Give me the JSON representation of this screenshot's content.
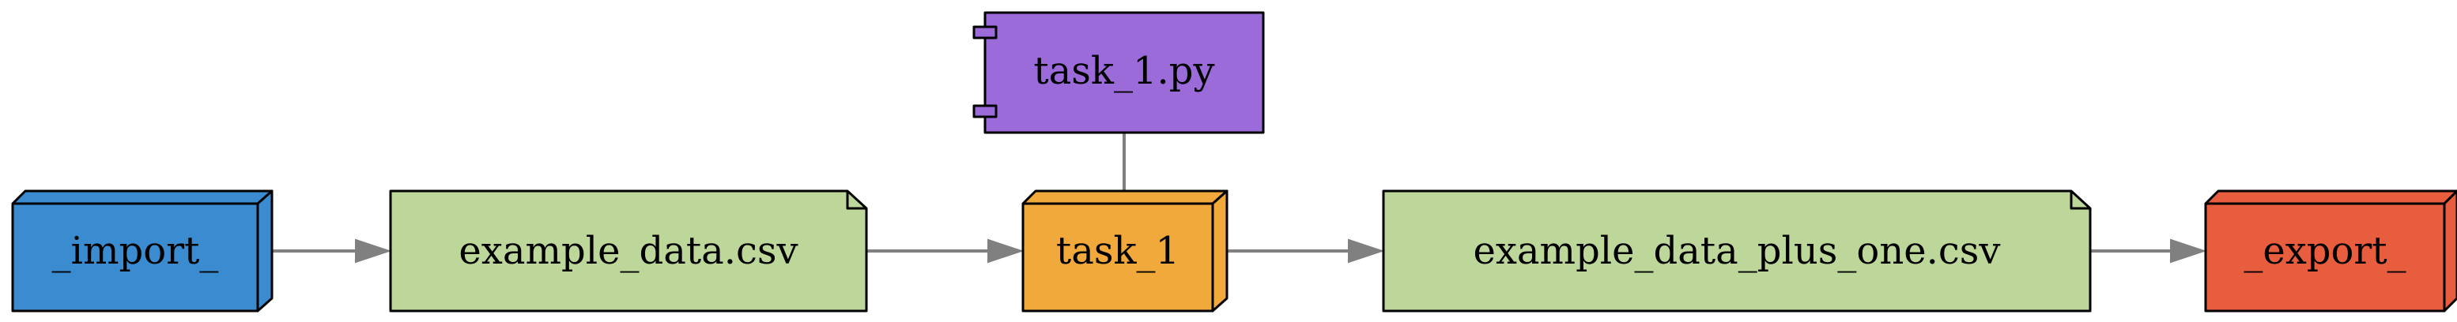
{
  "nodes": {
    "import": {
      "label": "_import_",
      "shape": "box3d",
      "color": "#3a8bd0"
    },
    "example_data": {
      "label": "example_data.csv",
      "shape": "note",
      "color": "#bdd79b"
    },
    "task_1_py": {
      "label": "task_1.py",
      "shape": "component",
      "color": "#9b6cd9"
    },
    "task_1": {
      "label": "task_1",
      "shape": "box3d",
      "color": "#f2a93b"
    },
    "example_data_plus_one": {
      "label": "example_data_plus_one.csv",
      "shape": "note",
      "color": "#bdd79b"
    },
    "export": {
      "label": "_export_",
      "shape": "box3d",
      "color": "#e95d3f"
    }
  },
  "edges": [
    {
      "from": "_import_",
      "to": "example_data.csv",
      "arrow": true
    },
    {
      "from": "example_data.csv",
      "to": "task_1",
      "arrow": true
    },
    {
      "from": "task_1.py",
      "to": "task_1",
      "arrow": false
    },
    {
      "from": "task_1",
      "to": "example_data_plus_one.csv",
      "arrow": true
    },
    {
      "from": "example_data_plus_one.csv",
      "to": "_export_",
      "arrow": true
    }
  ],
  "colors": {
    "edge": "#808080",
    "outline": "#000000"
  }
}
